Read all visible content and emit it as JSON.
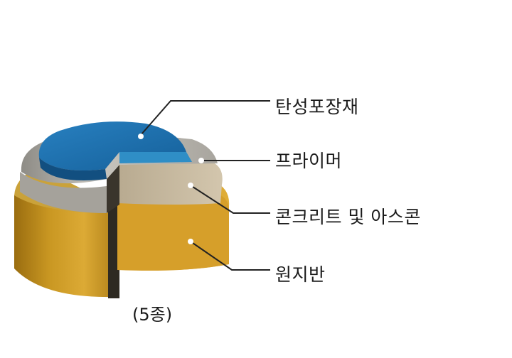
{
  "layers": [
    {
      "label": "탄성포장재",
      "color": "#1f6fa8"
    },
    {
      "label": "프라이머",
      "color": "#bdbab4"
    },
    {
      "label": "콘크리트 및 아스콘",
      "color": "#cbbca3"
    },
    {
      "label": "원지반",
      "color": "#d29a25"
    }
  ],
  "caption": "(5종)"
}
